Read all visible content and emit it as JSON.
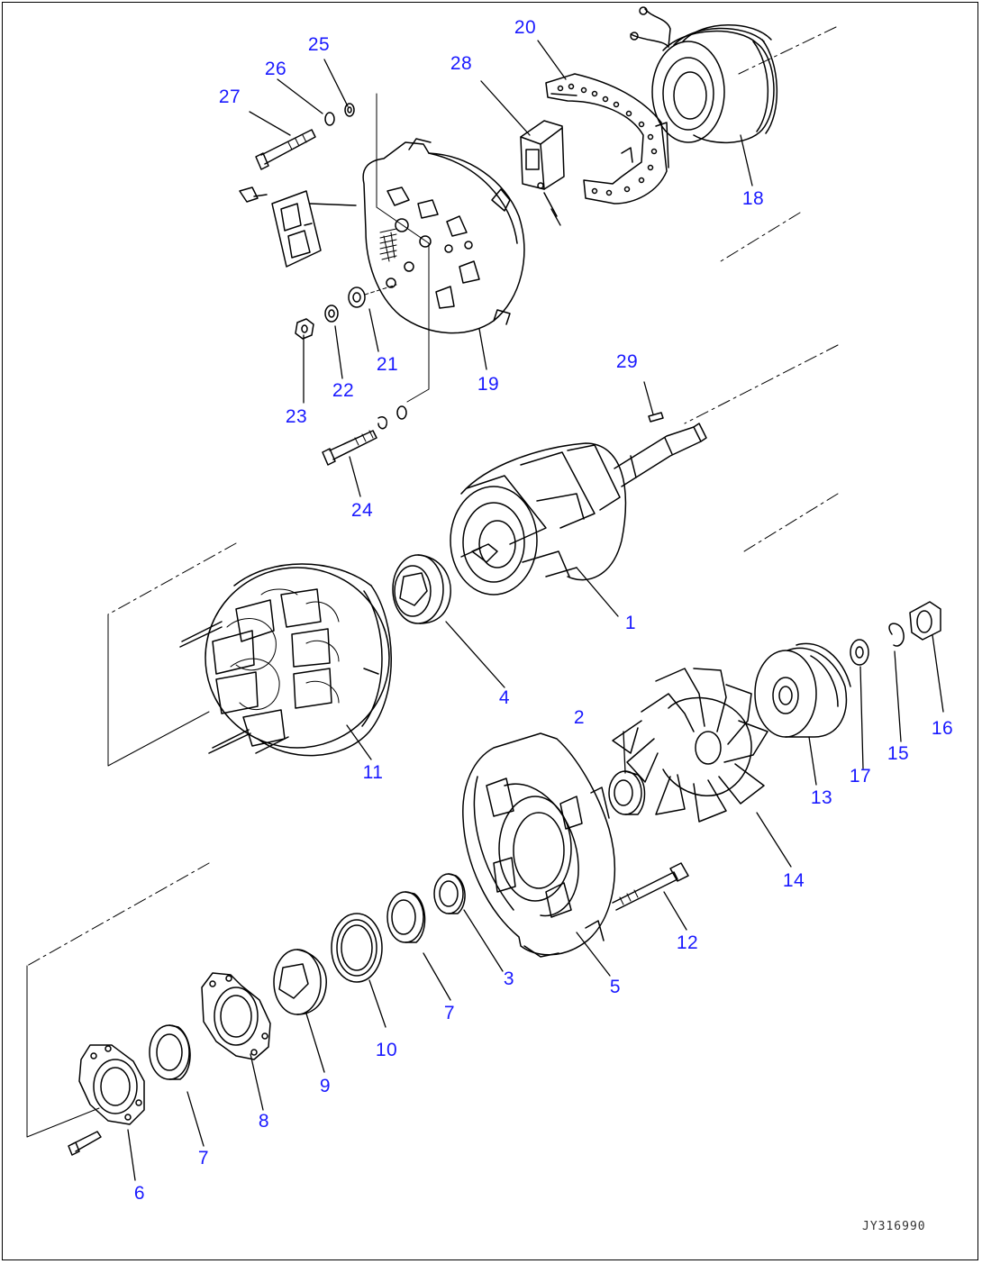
{
  "diagram": {
    "drawing_code": "JY316990",
    "callouts": [
      {
        "id": "c1",
        "text": "1"
      },
      {
        "id": "c2",
        "text": "2"
      },
      {
        "id": "c3",
        "text": "3"
      },
      {
        "id": "c4",
        "text": "4"
      },
      {
        "id": "c5",
        "text": "5"
      },
      {
        "id": "c6",
        "text": "6"
      },
      {
        "id": "c7a",
        "text": "7"
      },
      {
        "id": "c7b",
        "text": "7"
      },
      {
        "id": "c8",
        "text": "8"
      },
      {
        "id": "c9",
        "text": "9"
      },
      {
        "id": "c10",
        "text": "10"
      },
      {
        "id": "c11",
        "text": "11"
      },
      {
        "id": "c12",
        "text": "12"
      },
      {
        "id": "c13",
        "text": "13"
      },
      {
        "id": "c14",
        "text": "14"
      },
      {
        "id": "c15",
        "text": "15"
      },
      {
        "id": "c16",
        "text": "16"
      },
      {
        "id": "c17",
        "text": "17"
      },
      {
        "id": "c18",
        "text": "18"
      },
      {
        "id": "c19",
        "text": "19"
      },
      {
        "id": "c20",
        "text": "20"
      },
      {
        "id": "c21",
        "text": "21"
      },
      {
        "id": "c22",
        "text": "22"
      },
      {
        "id": "c23",
        "text": "23"
      },
      {
        "id": "c24",
        "text": "24"
      },
      {
        "id": "c25",
        "text": "25"
      },
      {
        "id": "c26",
        "text": "26"
      },
      {
        "id": "c27",
        "text": "27"
      },
      {
        "id": "c28",
        "text": "28"
      },
      {
        "id": "c29",
        "text": "29"
      }
    ],
    "colors": {
      "label": "#1a1aff",
      "line": "#000000"
    }
  }
}
